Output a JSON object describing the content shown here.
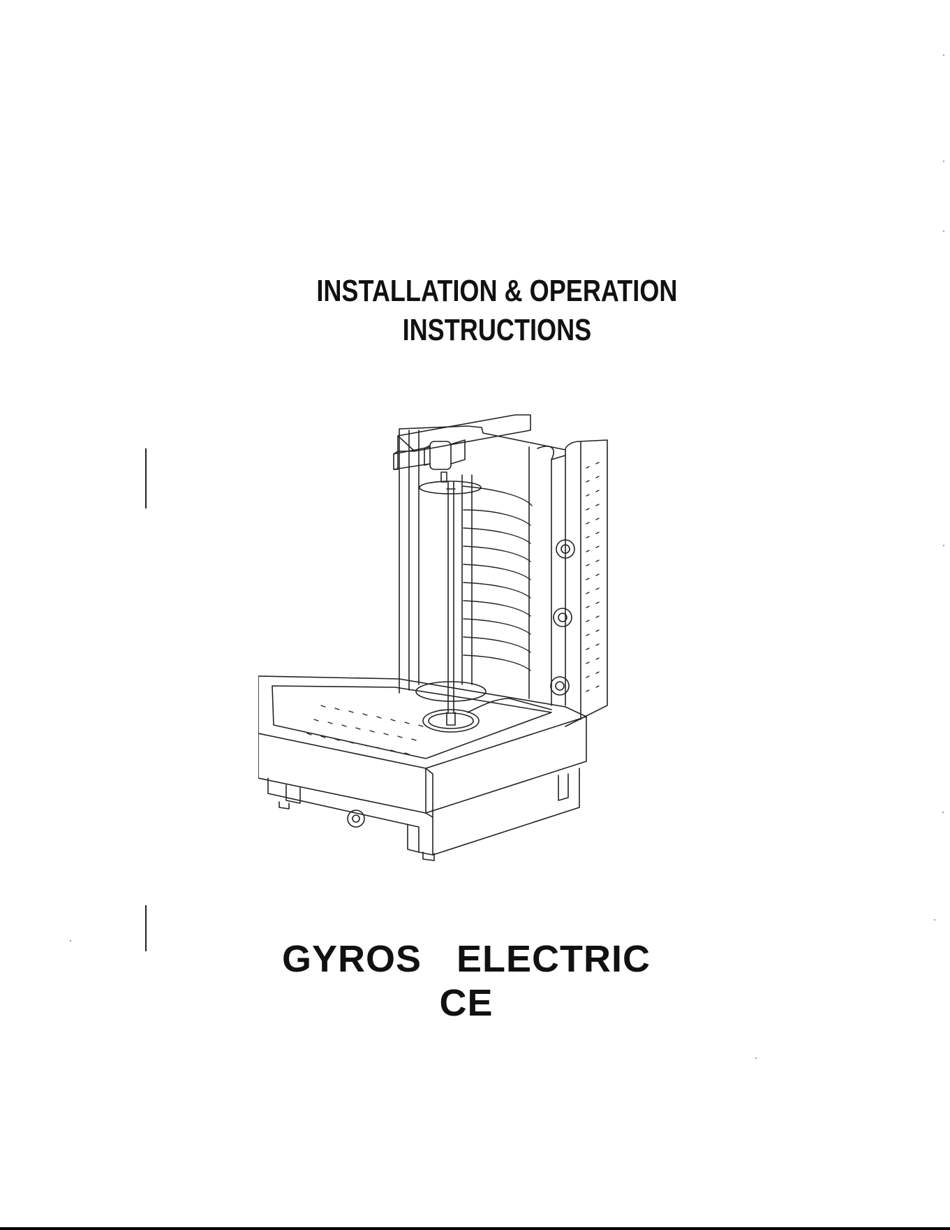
{
  "cover": {
    "heading_line1": "INSTALLATION & OPERATION",
    "heading_line2": "INSTRUCTIONS",
    "product_line1": "GYROS   ELECTRIC",
    "product_line2": "CE"
  },
  "illustration": {
    "icon": "gyros-machine-drawing",
    "ink_color": "#222222"
  }
}
